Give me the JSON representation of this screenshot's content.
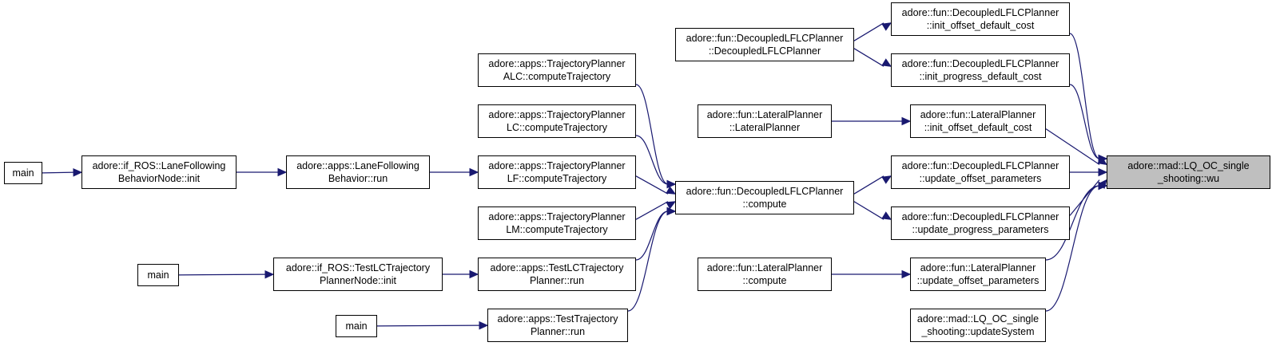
{
  "colors": {
    "edge": "#191970",
    "node_border": "#000000",
    "target_fill": "#bfbfbf",
    "node_fill": "#ffffff"
  },
  "nodes": {
    "main_a": [
      "main"
    ],
    "lanefollowing_node_init": [
      "adore::if_ROS::LaneFollowing",
      "BehaviorNode::init"
    ],
    "lanefollowing_behavior_run": [
      "adore::apps::LaneFollowing",
      "Behavior::run"
    ],
    "tp_alc_compute": [
      "adore::apps::TrajectoryPlanner",
      "ALC::computeTrajectory"
    ],
    "tp_lc_compute": [
      "adore::apps::TrajectoryPlanner",
      "LC::computeTrajectory"
    ],
    "tp_lf_compute": [
      "adore::apps::TrajectoryPlanner",
      "LF::computeTrajectory"
    ],
    "tp_lm_compute": [
      "adore::apps::TrajectoryPlanner",
      "LM::computeTrajectory"
    ],
    "main_b": [
      "main"
    ],
    "testlc_node_init": [
      "adore::if_ROS::TestLCTrajectory",
      "PlannerNode::init"
    ],
    "testlc_planner_run": [
      "adore::apps::TestLCTrajectory",
      "Planner::run"
    ],
    "main_c": [
      "main"
    ],
    "test_planner_run": [
      "adore::apps::TestTrajectory",
      "Planner::run"
    ],
    "dlflc_ctor": [
      "adore::fun::DecoupledLFLCPlanner",
      "::DecoupledLFLCPlanner"
    ],
    "lateral_ctor": [
      "adore::fun::LateralPlanner",
      "::LateralPlanner"
    ],
    "dlflc_compute": [
      "adore::fun::DecoupledLFLCPlanner",
      "::compute"
    ],
    "lateral_compute": [
      "adore::fun::LateralPlanner",
      "::compute"
    ],
    "dlflc_init_offset": [
      "adore::fun::DecoupledLFLCPlanner",
      "::init_offset_default_cost"
    ],
    "dlflc_init_progress": [
      "adore::fun::DecoupledLFLCPlanner",
      "::init_progress_default_cost"
    ],
    "lateral_init_offset": [
      "adore::fun::LateralPlanner",
      "::init_offset_default_cost"
    ],
    "dlflc_update_offset": [
      "adore::fun::DecoupledLFLCPlanner",
      "::update_offset_parameters"
    ],
    "dlflc_update_progress": [
      "adore::fun::DecoupledLFLCPlanner",
      "::update_progress_parameters"
    ],
    "lateral_update_offset": [
      "adore::fun::LateralPlanner",
      "::update_offset_parameters"
    ],
    "lq_update_system": [
      "adore::mad::LQ_OC_single",
      "_shooting::updateSystem"
    ],
    "lq_wu": [
      "adore::mad::LQ_OC_single",
      "_shooting::wu"
    ]
  }
}
